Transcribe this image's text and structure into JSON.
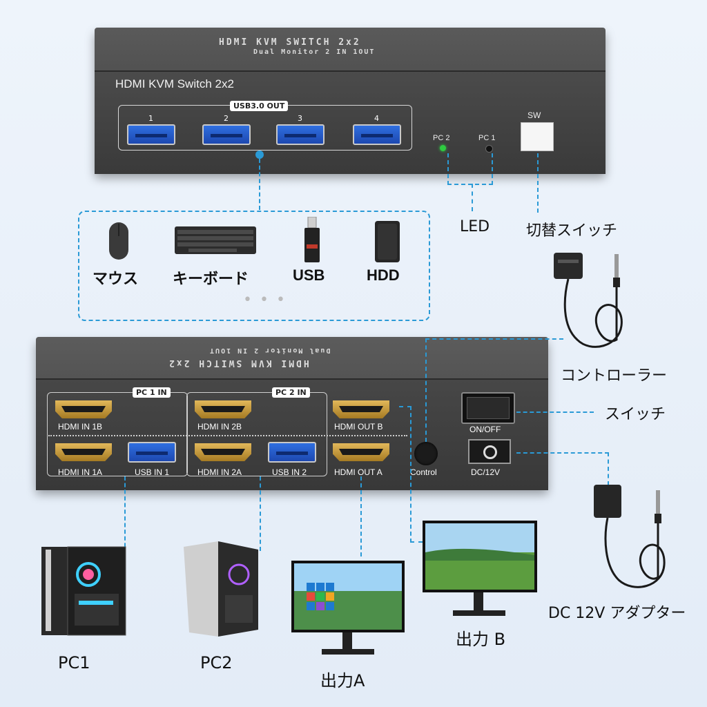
{
  "top_unit": {
    "lid_line1": "HDMI KVM SWITCH 2x2",
    "lid_line2": "Dual Monitor 2 IN 1OUT",
    "title": "HDMI KVM Switch 2x2",
    "usb_group_label": "USB3.0 OUT",
    "usb_ports": [
      "1",
      "2",
      "3",
      "4"
    ],
    "led_pc2": "PC 2",
    "led_pc1": "PC 1",
    "sw_label": "SW"
  },
  "callouts": {
    "led": "LED",
    "switch": "切替スイッチ",
    "controller": "コントローラー",
    "power_switch": "スイッチ",
    "adapter": "DC 12V アダプター"
  },
  "peripherals": {
    "items": [
      "マウス",
      "キーボード",
      "USB",
      "HDD"
    ],
    "more": "• • •"
  },
  "back_unit": {
    "lid_line1": "HDMI KVM SWITCH 2x2",
    "lid_line2": "Dual Monitor 2 IN 1OUT",
    "pc1_in": "PC 1 IN",
    "pc2_in": "PC 2 IN",
    "hdmi_in_1b": "HDMI IN 1B",
    "hdmi_in_2b": "HDMI IN 2B",
    "hdmi_out_b": "HDMI OUT B",
    "hdmi_in_1a": "HDMI IN 1A",
    "usb_in_1": "USB IN 1",
    "hdmi_in_2a": "HDMI IN 2A",
    "usb_in_2": "USB IN 2",
    "hdmi_out_a": "HDMI OUT A",
    "control": "Control",
    "on_off": "ON/OFF",
    "dc12v": "DC/12V"
  },
  "devices": {
    "pc1": "PC1",
    "pc2": "PC2",
    "out_a": "出力A",
    "out_b": "出力 B"
  },
  "colors": {
    "accent": "#2a9ad6",
    "device_body": "#444444",
    "usb_blue": "#2f6fe0",
    "hdmi_gold": "#c9992f"
  }
}
